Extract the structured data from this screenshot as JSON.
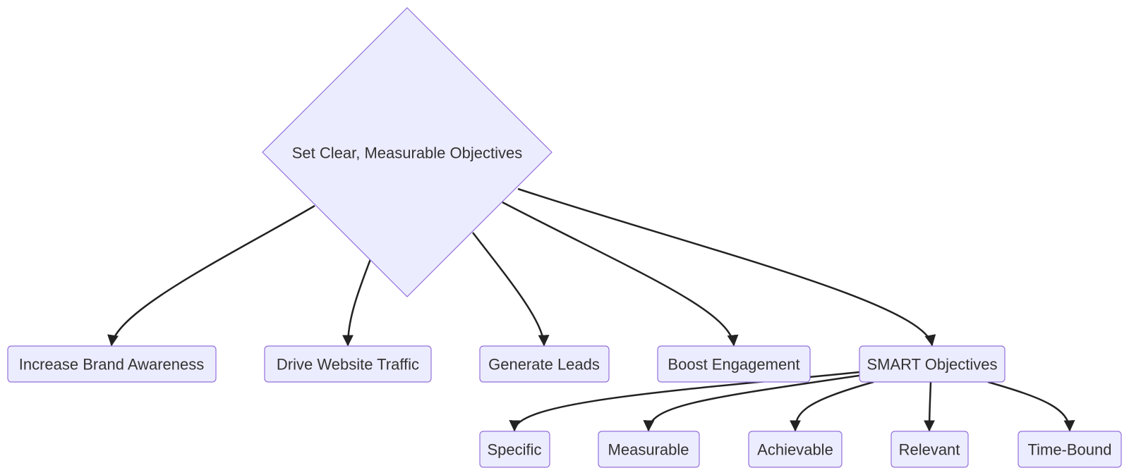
{
  "diagram": {
    "type": "flowchart",
    "colors": {
      "node_fill": "#ececff",
      "node_stroke": "#9370db",
      "edge": "#222222",
      "text": "#333333"
    },
    "root": {
      "id": "root",
      "label": "Set Clear, Measurable Objectives",
      "shape": "diamond"
    },
    "goals": [
      {
        "id": "brand",
        "label": "Increase Brand Awareness"
      },
      {
        "id": "traffic",
        "label": "Drive Website Traffic"
      },
      {
        "id": "leads",
        "label": "Generate Leads"
      },
      {
        "id": "engage",
        "label": "Boost Engagement"
      },
      {
        "id": "smart",
        "label": "SMART Objectives"
      }
    ],
    "smart_criteria": [
      {
        "id": "specific",
        "label": "Specific"
      },
      {
        "id": "measurable",
        "label": "Measurable"
      },
      {
        "id": "achievable",
        "label": "Achievable"
      },
      {
        "id": "relevant",
        "label": "Relevant"
      },
      {
        "id": "timebound",
        "label": "Time-Bound"
      }
    ],
    "edges": [
      [
        "root",
        "brand"
      ],
      [
        "root",
        "traffic"
      ],
      [
        "root",
        "leads"
      ],
      [
        "root",
        "engage"
      ],
      [
        "root",
        "smart"
      ],
      [
        "smart",
        "specific"
      ],
      [
        "smart",
        "measurable"
      ],
      [
        "smart",
        "achievable"
      ],
      [
        "smart",
        "relevant"
      ],
      [
        "smart",
        "timebound"
      ]
    ]
  }
}
